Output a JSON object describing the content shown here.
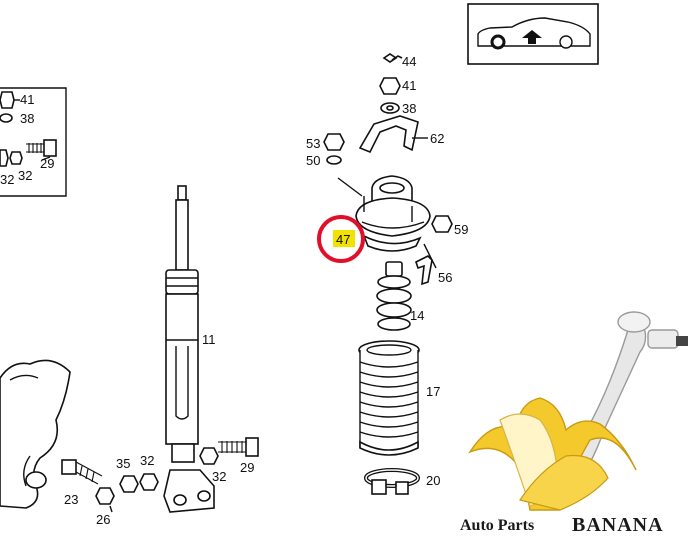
{
  "diagram": {
    "callouts": {
      "c44": "44",
      "c41_top": "41",
      "c38_top": "38",
      "c62": "62",
      "c53": "53",
      "c50": "50",
      "c47": "47",
      "c59": "59",
      "c56": "56",
      "c14": "14",
      "c17": "17",
      "c20": "20",
      "c11": "11",
      "c41_left": "41",
      "c38_left": "38",
      "c29_left": "29",
      "c32_left_a": "32",
      "c32_left_b": "32",
      "c35": "35",
      "c32_mid_a": "32",
      "c32_mid_b": "32",
      "c29_mid": "29",
      "c23": "23",
      "c26": "26"
    },
    "highlight_color": "#f2e200",
    "circle_color": "#e0102a",
    "inset_icon": "car-front-direction-icon"
  },
  "watermark": {
    "brand_small": "Auto Parts",
    "brand_big": "BANANA",
    "logo_icon": "banana-control-arm-logo"
  }
}
